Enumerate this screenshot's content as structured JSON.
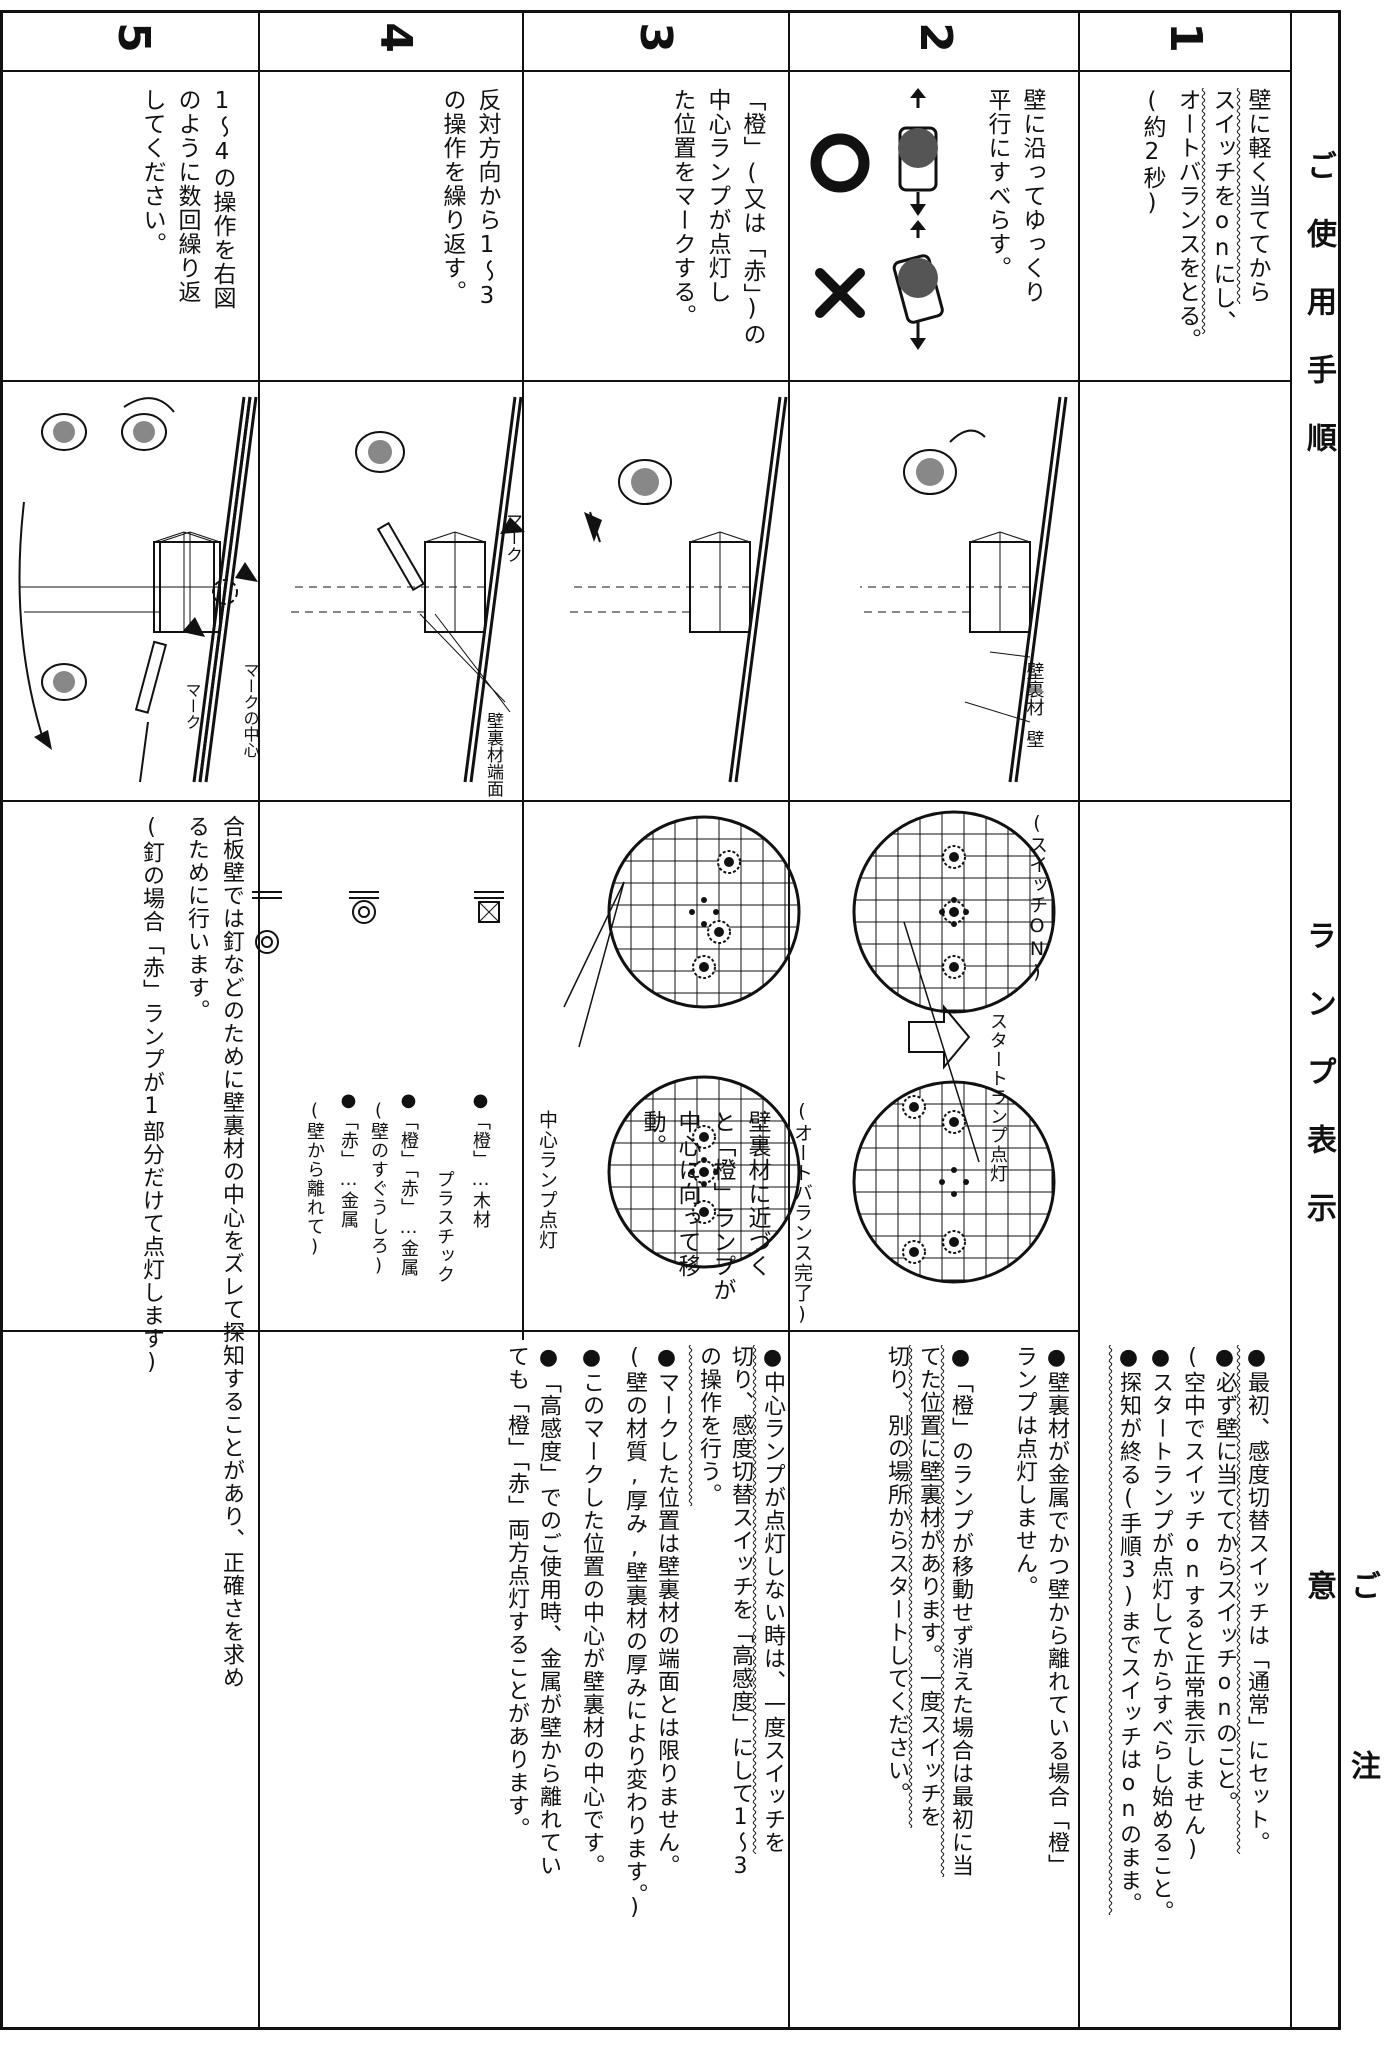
{
  "headers": {
    "procedure": "ご使用手順",
    "lamp": "ランプ表示",
    "caution": "ご注意"
  },
  "steps": [
    {
      "num": "1",
      "lines": [
        "壁に軽く当ててから",
        "スイッチをonにし、",
        "オートバランスをとる。",
        "(約2秒)"
      ]
    },
    {
      "num": "2",
      "lines": [
        "壁に沿ってゆっくり",
        "平行にすべらす。"
      ]
    },
    {
      "num": "3",
      "lines": [
        "「橙」(又は「赤」)の",
        "中心ランプが点灯し",
        "た位置をマークする。"
      ]
    },
    {
      "num": "4",
      "lines": [
        "反対方向から1～3",
        "の操作を繰り返す。"
      ]
    },
    {
      "num": "5",
      "lines": [
        "1～4の操作を右図",
        "のように数回繰り返",
        "してください。"
      ]
    }
  ],
  "illustration_labels": {
    "stud": "壁裏材",
    "wall": "壁",
    "stud_edge": "壁裏材端面",
    "mark": "マーク",
    "mark_center": "マークの中心",
    "ok_symbol": "○",
    "ng_symbol": "×"
  },
  "lamp": {
    "start_lamp": "スタートランプ点灯",
    "switch_on": "(スイッチON)",
    "auto_balance_done": "(オートバランス完了)",
    "approach_lines": [
      "壁裏材に近づく",
      "と「橙」ランプが",
      "中心に向って移",
      "動。"
    ],
    "center_lamp": "中心ランプ点灯",
    "legend": [
      {
        "text": "●「橙」…木材"
      },
      {
        "text": "プラスチック"
      },
      {
        "text": "●「橙」「赤」…金属"
      },
      {
        "text": "(壁のすぐうしろ)"
      },
      {
        "text": "●「赤」…金属"
      },
      {
        "text": "(壁から離れて)"
      }
    ]
  },
  "notes": {
    "step1": [
      "●最初、感度切替スイッチは「通常」にセット。",
      "●必ず壁に当ててからスイッチonのこと。",
      "(空中でスイッチonすると正常表示しません)",
      "●スタートランプが点灯してからすべらし始めること。",
      "●探知が終る(手順3)までスイッチはonのまま。"
    ],
    "step2": [
      "●壁裏材が金属でかつ壁から離れている場合「橙」",
      "ランプは点灯しません。",
      "●「橙」のランプが移動せず消えた場合は最初に当",
      "てた位置に壁裏材があります。一度スイッチを",
      "切り、別の場所からスタートしてください。"
    ],
    "step3": [
      "●中心ランプが点灯しない時は、一度スイッチを",
      "切り、感度切替スイッチを「高感度」にして1～3",
      "の操作を行う。",
      "●マークした位置は壁裏材の端面とは限りません。",
      "(壁の材質,厚み,壁裏材の厚みにより変わります。)",
      "●このマークした位置の中心が壁裏材の中心です。",
      "●「高感度」でのご使用時、金属が壁から離れてい",
      "ても「橙」「赤」両方点灯することがあります。"
    ],
    "step5": [
      "合板壁では釘などのために壁裏材の中心をズレて探知することがあり、正確さを求め",
      "るために行います。",
      "(釘の場合「赤」ランプが1部分だけて点灯します)"
    ]
  }
}
